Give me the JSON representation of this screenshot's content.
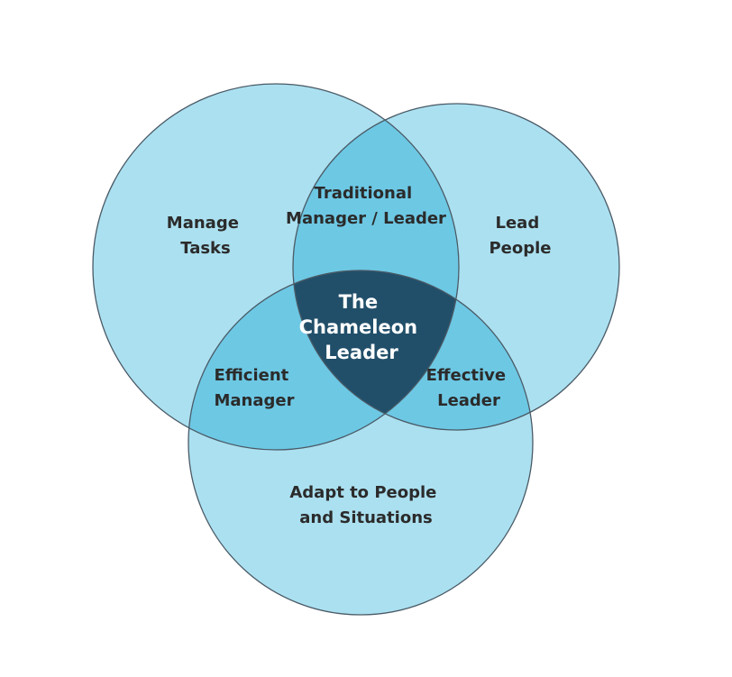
{
  "colors": {
    "single_region": "#abe0f0",
    "pair_overlap": "#6dc8e4",
    "triple_overlap": "#214f6a",
    "outline": "#4a5a66",
    "background": "#ffffff"
  },
  "circles": {
    "manage_tasks": {
      "label_lines": [
        "Manage",
        "Tasks"
      ]
    },
    "lead_people": {
      "label_lines": [
        "Lead",
        "People"
      ]
    },
    "adapt": {
      "label_lines": [
        "Adapt to People",
        "and Situations"
      ]
    }
  },
  "overlaps": {
    "tasks_people": {
      "label_lines": [
        "Traditional",
        "Manager / Leader"
      ]
    },
    "tasks_adapt": {
      "label_lines": [
        "Efficient",
        "Manager"
      ]
    },
    "people_adapt": {
      "label_lines": [
        "Effective",
        "Leader"
      ]
    },
    "center": {
      "label_lines": [
        "The",
        "Chameleon",
        "Leader"
      ]
    }
  }
}
